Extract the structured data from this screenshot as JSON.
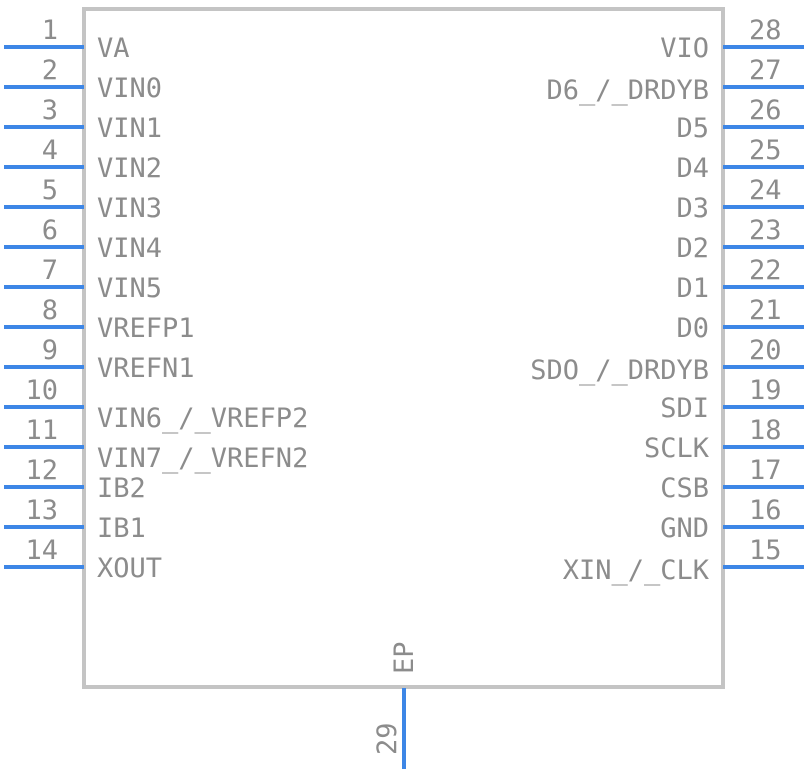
{
  "component": {
    "left_pins": [
      {
        "number": "1",
        "name": "VA"
      },
      {
        "number": "2",
        "name": "VIN0"
      },
      {
        "number": "3",
        "name": "VIN1"
      },
      {
        "number": "4",
        "name": "VIN2"
      },
      {
        "number": "5",
        "name": "VIN3"
      },
      {
        "number": "6",
        "name": "VIN4"
      },
      {
        "number": "7",
        "name": "VIN5"
      },
      {
        "number": "8",
        "name": "VREFP1"
      },
      {
        "number": "9",
        "name": "VREFN1"
      },
      {
        "number": "10",
        "name": "VIN6_/_VREFP2"
      },
      {
        "number": "11",
        "name": "VIN7_/_VREFN2"
      },
      {
        "number": "12",
        "name": "IB2"
      },
      {
        "number": "13",
        "name": "IB1"
      },
      {
        "number": "14",
        "name": "XOUT"
      }
    ],
    "right_pins": [
      {
        "number": "28",
        "name": "VIO"
      },
      {
        "number": "27",
        "name": "D6_/_DRDYB"
      },
      {
        "number": "26",
        "name": "D5"
      },
      {
        "number": "25",
        "name": "D4"
      },
      {
        "number": "24",
        "name": "D3"
      },
      {
        "number": "23",
        "name": "D2"
      },
      {
        "number": "22",
        "name": "D1"
      },
      {
        "number": "21",
        "name": "D0"
      },
      {
        "number": "20",
        "name": "SDO_/_DRDYB"
      },
      {
        "number": "19",
        "name": "SDI"
      },
      {
        "number": "18",
        "name": "SCLK"
      },
      {
        "number": "17",
        "name": "CSB"
      },
      {
        "number": "16",
        "name": "GND"
      },
      {
        "number": "15",
        "name": "XIN_/_CLK"
      }
    ],
    "bottom_pins": [
      {
        "number": "29",
        "name": "EP"
      }
    ],
    "colors": {
      "pin_line": "#3d86e6",
      "body_outline": "#c4c4c4",
      "text": "#8c8c8c"
    }
  }
}
